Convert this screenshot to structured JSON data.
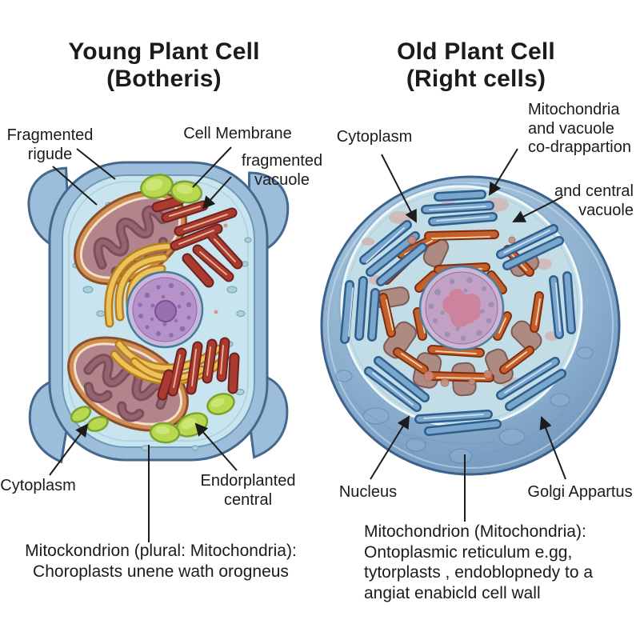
{
  "titles": {
    "left": "Young Plant Cell\n(Botheris)",
    "right": "Old Plant Cell\n(Right cells)"
  },
  "labels": {
    "fragmented_rigude": "Fragmented\nrigude",
    "cell_membrane": "Cell Membrane",
    "fragmented_vacuole": "fragmented\nvacuole",
    "cytoplasm_left": "Cytoplasm",
    "endorplanted_central": "Endorplanted\ncentral",
    "cytoplasm_right": "Cytoplasm",
    "mitochondria_vacuole": "Mitochondria\nand vacuole\nco-drappartion",
    "central_vacuole": "and central\nvacuole",
    "nucleus": "Nucleus",
    "golgi_apparatus": "Golgi Appartus"
  },
  "captions": {
    "left": "Mitockondrion (plural: Mitochondria):\nChoroplasts unene wath orogneus",
    "right": "Mitochondrion (Mitochondria):\nOntoplasmic reticulum e.gg,\ntytorplasts , endoblopnedy to a\nangiat enabicld cell wall"
  },
  "palette": {
    "ink": "#1b1b1b",
    "wall": "#9dbedb",
    "wall-line": "#44688e",
    "cyto": "#c8e4ee",
    "mito-rim": "#d08e52",
    "mito-body": "#b2848c",
    "nuc": "#b593c9",
    "golgi": "#eec25a",
    "er-red": "#ab3a30",
    "chloro": "#b8d851",
    "sphere-mid": "#8fb2d0",
    "sphere-lo": "#6b90b8",
    "disc": "#c3dde7",
    "oro": "#c5602a",
    "brod": "#7aa6cc",
    "nuc2": "#c2a2c4",
    "nuc2-blob": "#ce7e97"
  }
}
